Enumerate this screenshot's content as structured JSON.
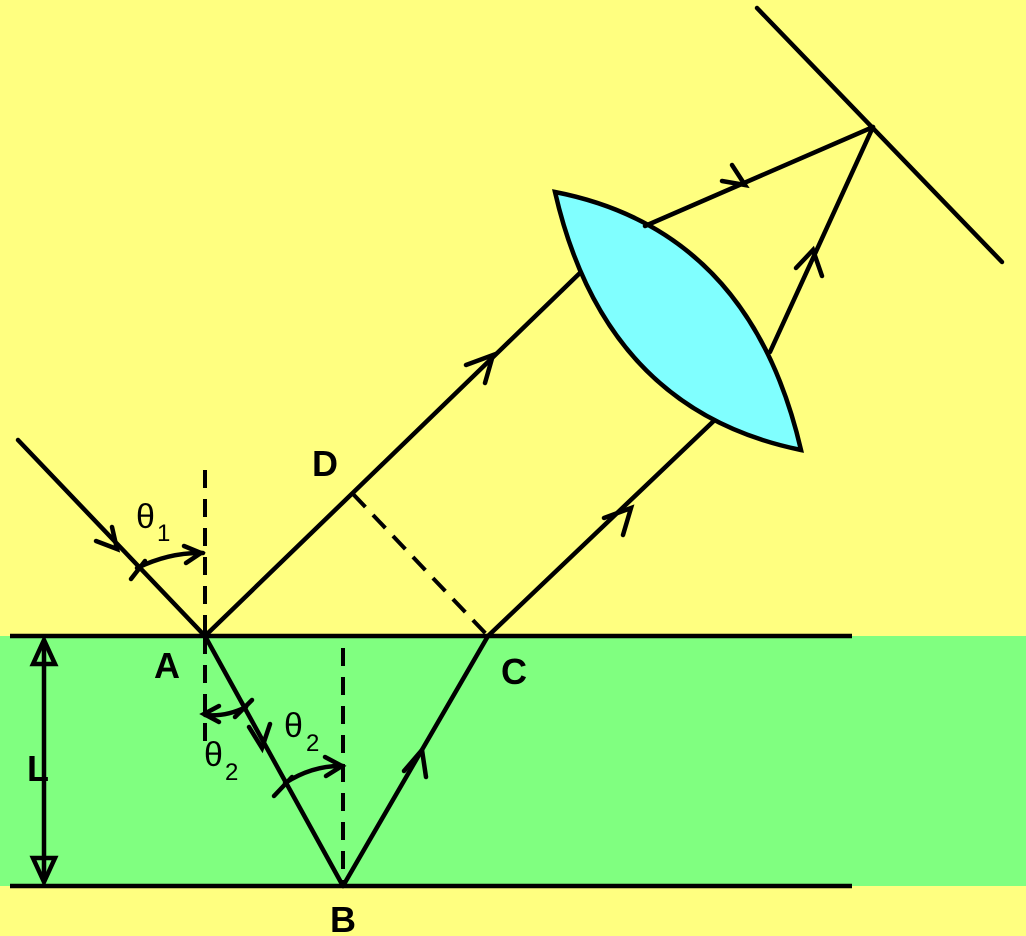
{
  "colors": {
    "air": "#ffff80",
    "film": "#80ff80",
    "lens": "#80ffff",
    "line": "#000000"
  },
  "labels": {
    "A": "A",
    "B": "B",
    "C": "C",
    "D": "D",
    "L": "L"
  },
  "angles": {
    "theta": "θ",
    "sub1": "1",
    "sub2": "2"
  }
}
